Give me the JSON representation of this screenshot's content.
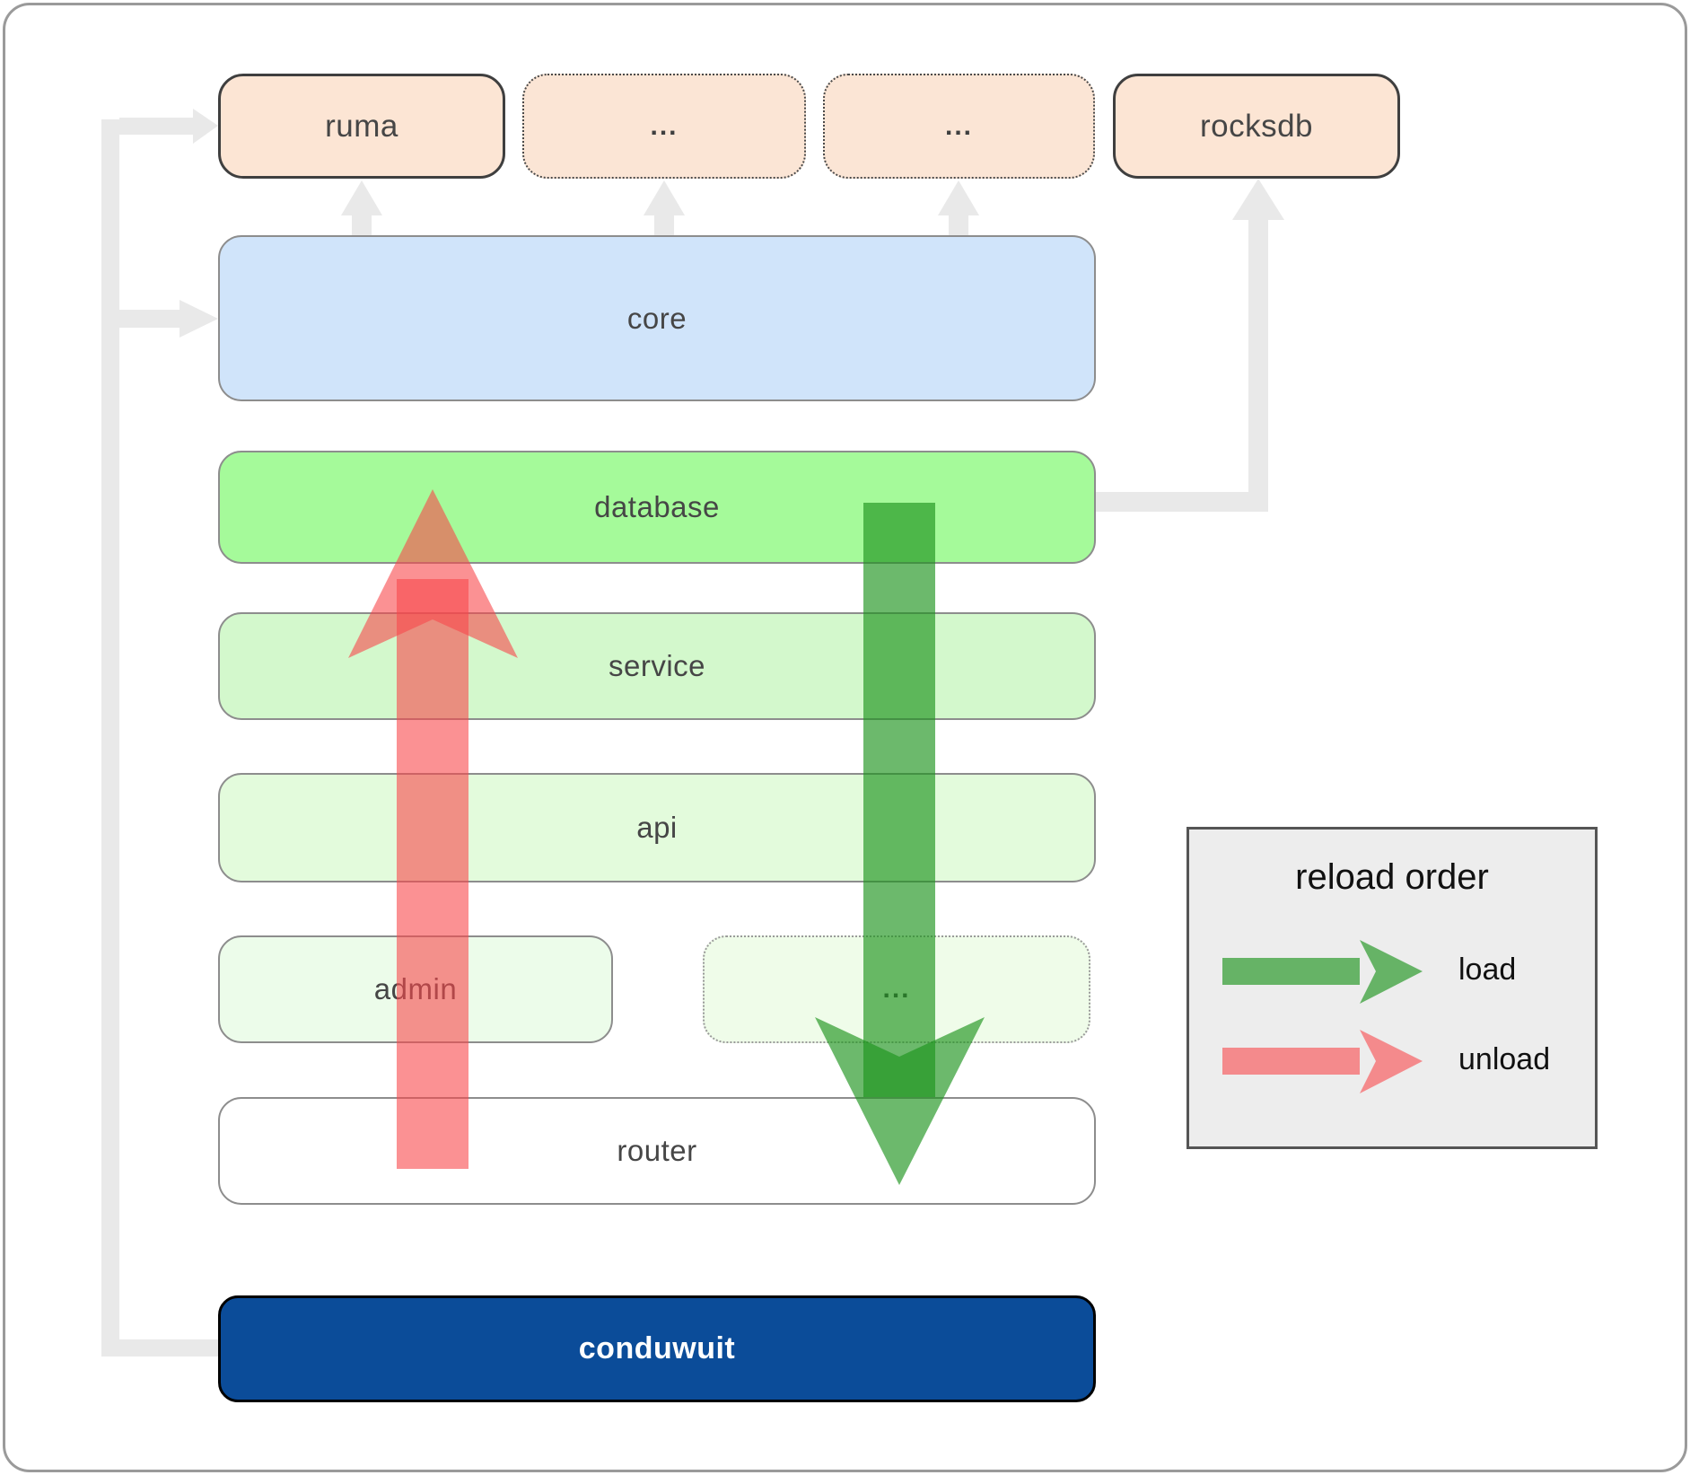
{
  "boxes": {
    "ruma": "ruma",
    "deps_more_1": "...",
    "deps_more_2": "...",
    "rocksdb": "rocksdb",
    "core": "core",
    "database": "database",
    "service": "service",
    "api": "api",
    "admin": "admin",
    "admin_more": "...",
    "router": "router",
    "conduwuit": "conduwuit"
  },
  "legend": {
    "title": "reload order",
    "load": "load",
    "unload": "unload"
  },
  "colors": {
    "load_green": "rgba(29,147,29,0.65)",
    "unload_red": "rgba(248,72,75,0.6)",
    "connector_gray": "#e9e9e9",
    "peach_fill": "#fce5d4",
    "core_fill": "#d0e4fa",
    "database_fill": "#a5fa9a",
    "service_fill": "#d3f8cc",
    "api_fill": "#e3fbdc",
    "admin_fill": "#ecfcea",
    "router_fill": "#ffffff",
    "conduwuit_fill": "#0b4c99",
    "legend_bg": "#ededed"
  }
}
